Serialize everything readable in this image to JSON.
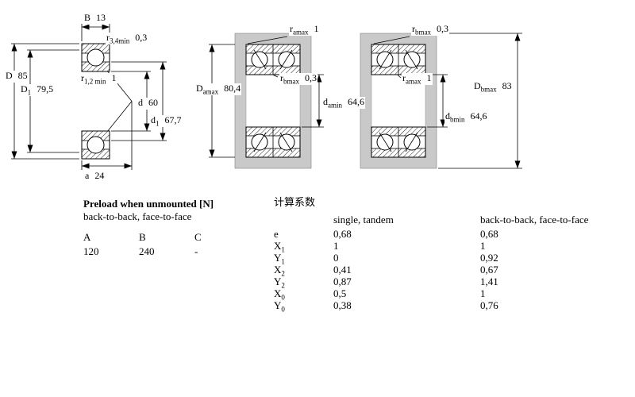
{
  "dims": {
    "single": {
      "B": {
        "sym": "B",
        "sub": "",
        "val": "13"
      },
      "r34": {
        "sym": "r",
        "sub": "3,4min",
        "val": "0,3"
      },
      "D": {
        "sym": "D",
        "sub": "",
        "val": "85"
      },
      "D1": {
        "sym": "D",
        "sub": "1",
        "val": "79,5"
      },
      "r12": {
        "sym": "r",
        "sub": "1,2 min",
        "val": "1"
      },
      "d": {
        "sym": "d",
        "sub": "",
        "val": "60"
      },
      "d1": {
        "sym": "d",
        "sub": "1",
        "val": "67,7"
      },
      "a": {
        "sym": "a",
        "sub": "",
        "val": "24"
      }
    },
    "pair_left": {
      "ra": {
        "sym": "r",
        "sub": "amax",
        "val": "1"
      },
      "Damax": {
        "sym": "D",
        "sub": "amax",
        "val": "80,4"
      },
      "rb": {
        "sym": "r",
        "sub": "bmax",
        "val": "0,3"
      },
      "damin": {
        "sym": "d",
        "sub": "amin",
        "val": "64,6"
      }
    },
    "pair_right": {
      "rb": {
        "sym": "r",
        "sub": "bmax",
        "val": "0,3"
      },
      "ra": {
        "sym": "r",
        "sub": "amax",
        "val": "1"
      },
      "Dbmax": {
        "sym": "D",
        "sub": "bmax",
        "val": "83"
      },
      "dbmin": {
        "sym": "d",
        "sub": "bmin",
        "val": "64,6"
      }
    }
  },
  "preload": {
    "title": "Preload when unmounted [N]",
    "subtitle": "back-to-back, face-to-face",
    "headers": [
      "A",
      "B",
      "C"
    ],
    "values": [
      "120",
      "240",
      "-"
    ]
  },
  "factors": {
    "title": "计算系数",
    "col1": "single, tandem",
    "col2": "back-to-back, face-to-face",
    "rows": [
      {
        "sym": "e",
        "sub": "",
        "v1": "0,68",
        "v2": "0,68"
      },
      {
        "sym": "X",
        "sub": "1",
        "v1": "1",
        "v2": "1"
      },
      {
        "sym": "Y",
        "sub": "1",
        "v1": "0",
        "v2": "0,92"
      },
      {
        "sym": "X",
        "sub": "2",
        "v1": "0,41",
        "v2": "0,67"
      },
      {
        "sym": "Y",
        "sub": "2",
        "v1": "0,87",
        "v2": "1,41"
      },
      {
        "sym": "X",
        "sub": "0",
        "v1": "0,5",
        "v2": "1"
      },
      {
        "sym": "Y",
        "sub": "0",
        "v1": "0,38",
        "v2": "0,76"
      }
    ]
  },
  "colors": {
    "shoulder_gray": "#c9c9c9"
  }
}
